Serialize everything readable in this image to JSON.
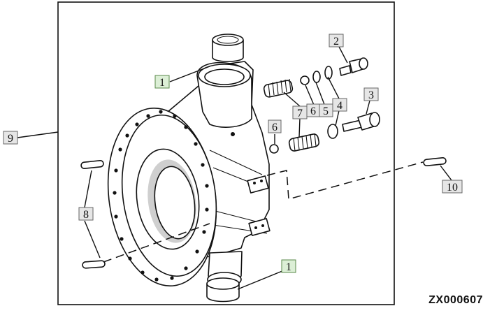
{
  "callouts": {
    "c1_top": "1",
    "c1_bottom": "1",
    "c2": "2",
    "c3": "3",
    "c4": "4",
    "c5": "5",
    "c6_a": "6",
    "c6_b": "6",
    "c7": "7",
    "c8": "8",
    "c9": "9",
    "c10": "10"
  },
  "drawing_id": "ZX000607",
  "colors": {
    "callout_highlight": "#dcefd6",
    "callout_default": "#e6e6e6",
    "line": "#111111"
  }
}
